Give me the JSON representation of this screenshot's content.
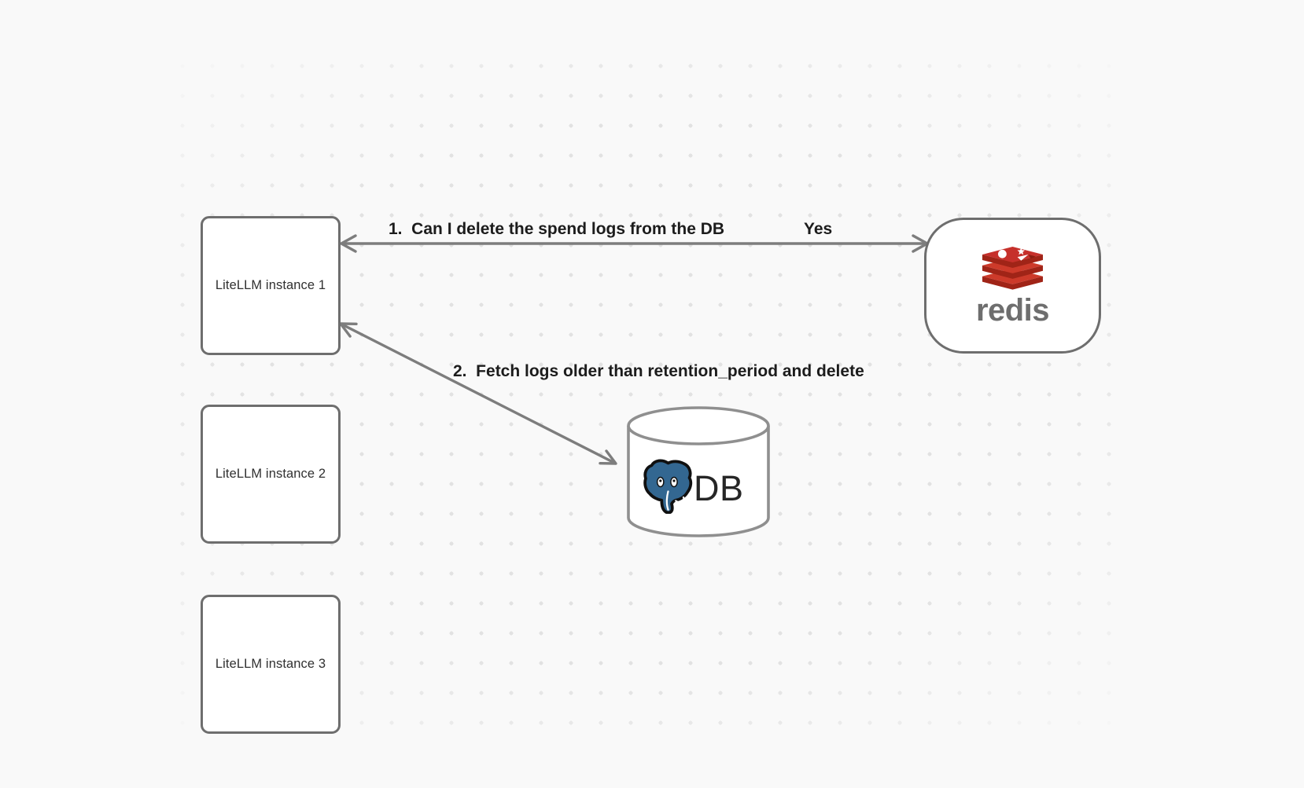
{
  "diagram": {
    "instances": [
      {
        "label": "LiteLLM instance 1"
      },
      {
        "label": "LiteLLM instance 2"
      },
      {
        "label": "LiteLLM instance 3"
      }
    ],
    "redis": {
      "label": "redis"
    },
    "db": {
      "label": "DB"
    },
    "arrows": {
      "arrow1": {
        "label": "1.  Can I delete the spend logs from the DB",
        "answer": "Yes"
      },
      "arrow2": {
        "label": "2.  Fetch logs older than retention_period and delete"
      }
    },
    "icons": {
      "redis": "redis-stack-logo",
      "postgres": "postgresql-elephant-logo",
      "database": "database-cylinder"
    },
    "colors": {
      "background": "#f9f9f9",
      "dot_grid": "#e2e2e2",
      "shape_stroke": "#6e6e6e",
      "cylinder_stroke": "#8f8f8f",
      "arrow_stroke": "#7d7d7d",
      "label_text": "#1c1c1c",
      "redis_red": "#c6302b",
      "redis_red_dark": "#a02417",
      "redis_wordmark": "#6e6e6e",
      "postgres_blue": "#336791"
    }
  }
}
